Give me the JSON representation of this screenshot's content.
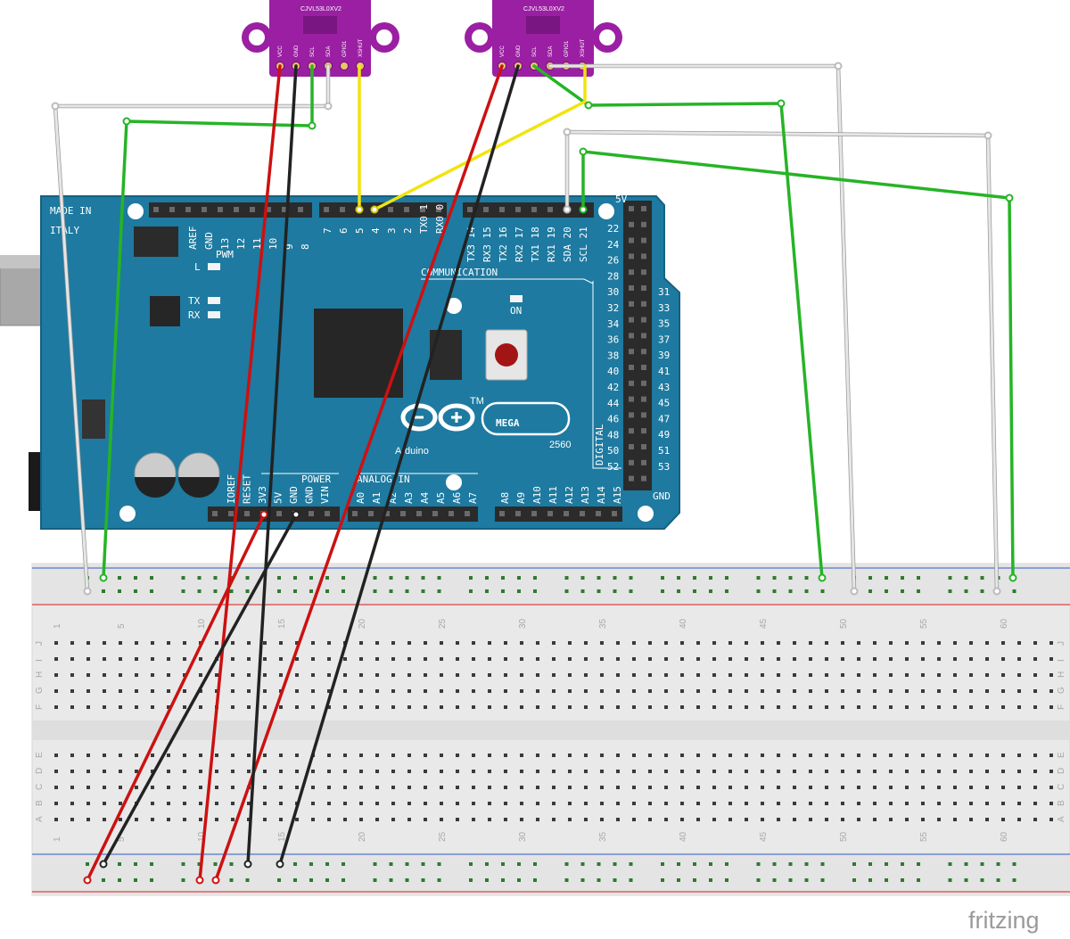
{
  "watermark": "fritzing",
  "arduino": {
    "board_name": "MEGA",
    "logo_text": "Arduino",
    "model_number": "2560",
    "made_in_line1": "MADE IN",
    "made_in_line2": "ITALY",
    "pwm_label": "PWM",
    "communication_label": "COMMUNICATION",
    "power_label": "POWER",
    "analog_label": "ANALOG IN",
    "digital_label": "DIGITAL",
    "gnd_label": "GND",
    "fivev_label": "5V",
    "on_label": "ON",
    "l_label": "L",
    "tx_label": "TX",
    "rx_label": "RX",
    "tm_label": "TM",
    "top_pin_labels_left": [
      "AREF",
      "GND",
      "13",
      "12",
      "11",
      "10",
      "9",
      "8"
    ],
    "top_pin_labels_mid": [
      "7",
      "6",
      "5",
      "4",
      "3",
      "2",
      "TX0 1",
      "RX0 0"
    ],
    "top_pin_labels_comm": [
      "TX3 14",
      "RX3 15",
      "TX2 16",
      "RX2 17",
      "TX1 18",
      "RX1 19",
      "SDA 20",
      "SCL 21"
    ],
    "power_pin_labels": [
      "IOREF",
      "RESET",
      "3V3",
      "5V",
      "GND",
      "GND",
      "VIN"
    ],
    "analog_pin_labels": [
      "A0",
      "A1",
      "A2",
      "A3",
      "A4",
      "A5",
      "A6",
      "A7"
    ],
    "analog_pin_labels_2": [
      "A8",
      "A9",
      "A10",
      "A11",
      "A12",
      "A13",
      "A14",
      "A15"
    ],
    "right_pins_left": [
      "22",
      "24",
      "26",
      "28",
      "30",
      "32",
      "34",
      "36",
      "38",
      "40",
      "42",
      "44",
      "46",
      "48",
      "50",
      "52"
    ],
    "right_pins_right": [
      "31",
      "33",
      "35",
      "37",
      "39",
      "41",
      "43",
      "45",
      "47",
      "49",
      "51",
      "53"
    ]
  },
  "sensor_1": {
    "name": "CJVL53L0XV2",
    "pins": [
      "VCC",
      "GND",
      "SCL",
      "SDA",
      "GPIO1",
      "XSHUT"
    ]
  },
  "sensor_2": {
    "name": "CJVL53L0XV2",
    "pins": [
      "VCC",
      "GND",
      "SCL",
      "SDA",
      "GPIO1",
      "XSHUT"
    ]
  },
  "breadboard": {
    "column_numbers_top": [
      "1",
      "5",
      "10",
      "15",
      "20",
      "25",
      "30",
      "35",
      "40",
      "45",
      "50",
      "55",
      "60"
    ],
    "column_numbers_bottom": [
      "1",
      "5",
      "10",
      "15",
      "20",
      "25",
      "30",
      "35",
      "40",
      "45",
      "50",
      "55",
      "60"
    ],
    "row_letters_top": [
      "J",
      "I",
      "H",
      "G",
      "F"
    ],
    "row_letters_bottom": [
      "E",
      "D",
      "C",
      "B",
      "A"
    ]
  },
  "colors": {
    "board_blue": "#1e7aa0",
    "board_edge": "#15617f",
    "header_black": "#2b2b2b",
    "sensor_purple": "#9b1fa3",
    "wire_red": "#cc1111",
    "wire_black": "#222222",
    "wire_green": "#26b426",
    "wire_white": "#e6e6e6",
    "wire_yellow": "#f2e311",
    "breadboard_bg": "#e9e9e9",
    "rail_red": "#d44",
    "rail_blue": "#5577cc"
  }
}
